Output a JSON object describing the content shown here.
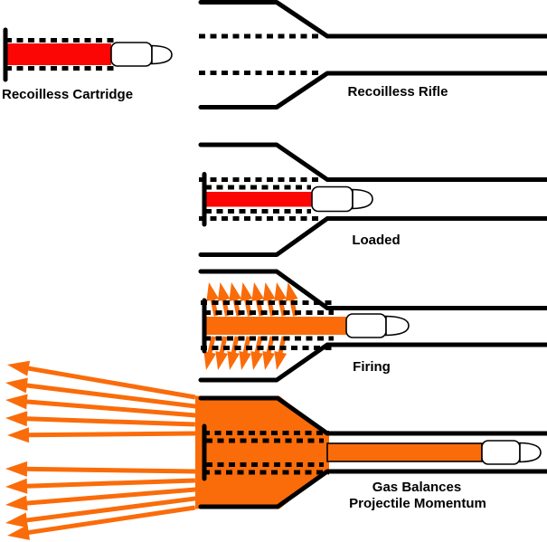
{
  "title": "Recoilless rifle operation diagram",
  "colors": {
    "red": "#fb0505",
    "orange": "#fa6c0a",
    "ink": "#000000",
    "bg": "#ffffff"
  },
  "panels": {
    "cartridge": {
      "label": "Recoilless Cartridge"
    },
    "rifle": {
      "label": "Recoilless Rifle"
    },
    "loaded": {
      "label": "Loaded"
    },
    "firing": {
      "label": "Firing"
    },
    "balance": {
      "label_line1": "Gas Balances",
      "label_line2": "Projectile Momentum"
    }
  }
}
